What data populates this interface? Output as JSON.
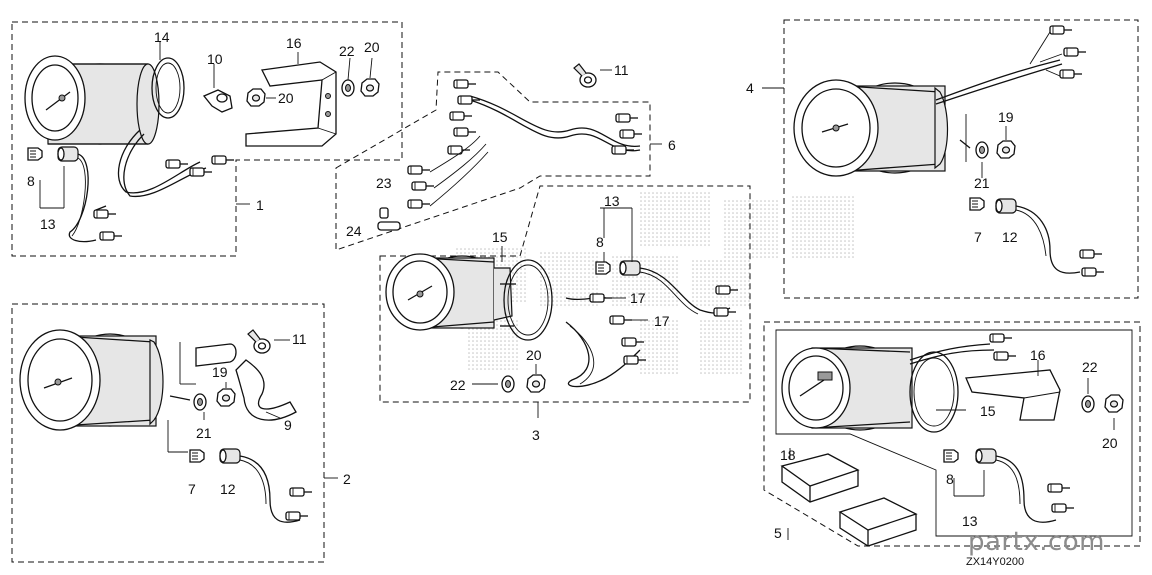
{
  "diagram": {
    "callouts": {
      "c1": "1",
      "c2": "2",
      "c3": "3",
      "c4": "4",
      "c5": "5",
      "c6": "6",
      "c7a": "7",
      "c7b": "7",
      "c8a": "8",
      "c8b": "8",
      "c8c": "8",
      "c9": "9",
      "c10": "10",
      "c11a": "11",
      "c11b": "11",
      "c12a": "12",
      "c12b": "12",
      "c13a": "13",
      "c13b": "13",
      "c13c": "13",
      "c14": "14",
      "c15a": "15",
      "c15b": "15",
      "c16a": "16",
      "c16b": "16",
      "c17a": "17",
      "c17b": "17",
      "c18": "18",
      "c19a": "19",
      "c19b": "19",
      "c20a": "20",
      "c20b": "20",
      "c20c": "20",
      "c20d": "20",
      "c21a": "21",
      "c21b": "21",
      "c22a": "22",
      "c22b": "22",
      "c22c": "22",
      "c23": "23",
      "c24": "24"
    },
    "diagram_code": "ZX14Y0200",
    "watermark_brand": "partx.com"
  }
}
